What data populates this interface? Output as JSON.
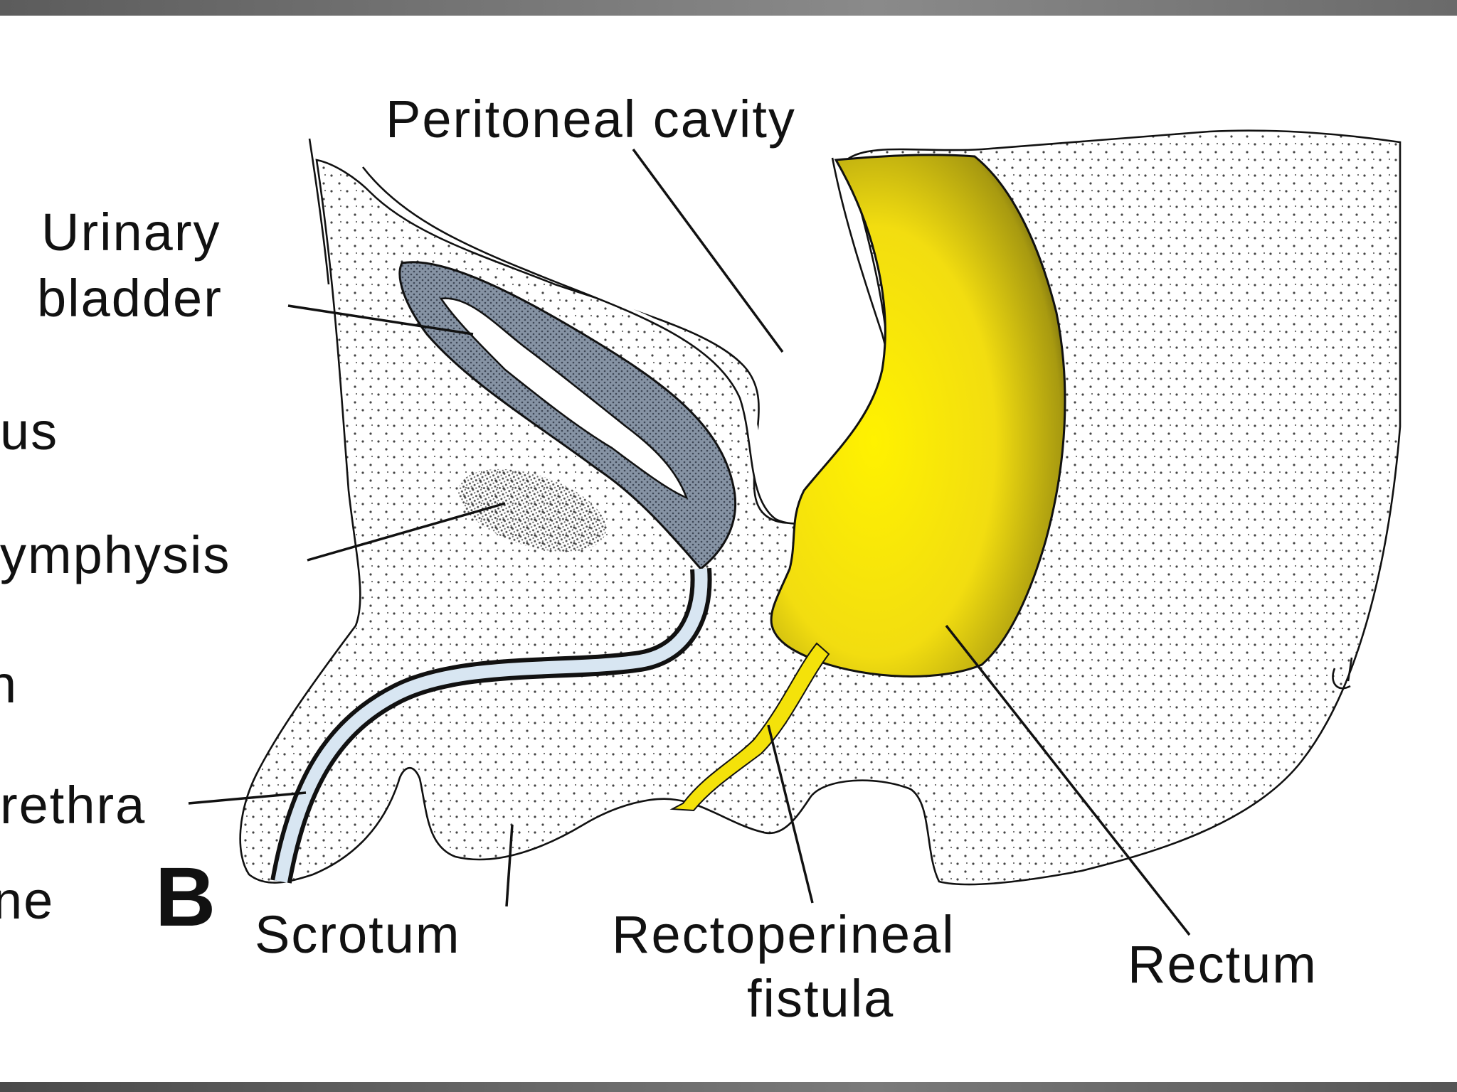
{
  "figure": {
    "panel_letter": "B",
    "labels": {
      "peritoneal_cavity": "Peritoneal cavity",
      "urinary_bladder_line1": "Urinary",
      "urinary_bladder_line2": "bladder",
      "uterus_fragment": "us",
      "symphysis_fragment": "ymphysis",
      "fragment_n": "n",
      "urethra_fragment": "rethra",
      "fragment_ne": "ne",
      "scrotum": "Scrotum",
      "rectoperineal_line1": "Rectoperineal",
      "rectoperineal_line2": "fistula",
      "rectum": "Rectum"
    },
    "colors": {
      "rectum": "#f4e20a",
      "rectum_shadow": "#8a7d00",
      "bladder_wall": "#7d8a9c",
      "urethra_lumen": "#d8e6f2",
      "tissue_stipple": "#444444",
      "background": "#ffffff"
    }
  }
}
